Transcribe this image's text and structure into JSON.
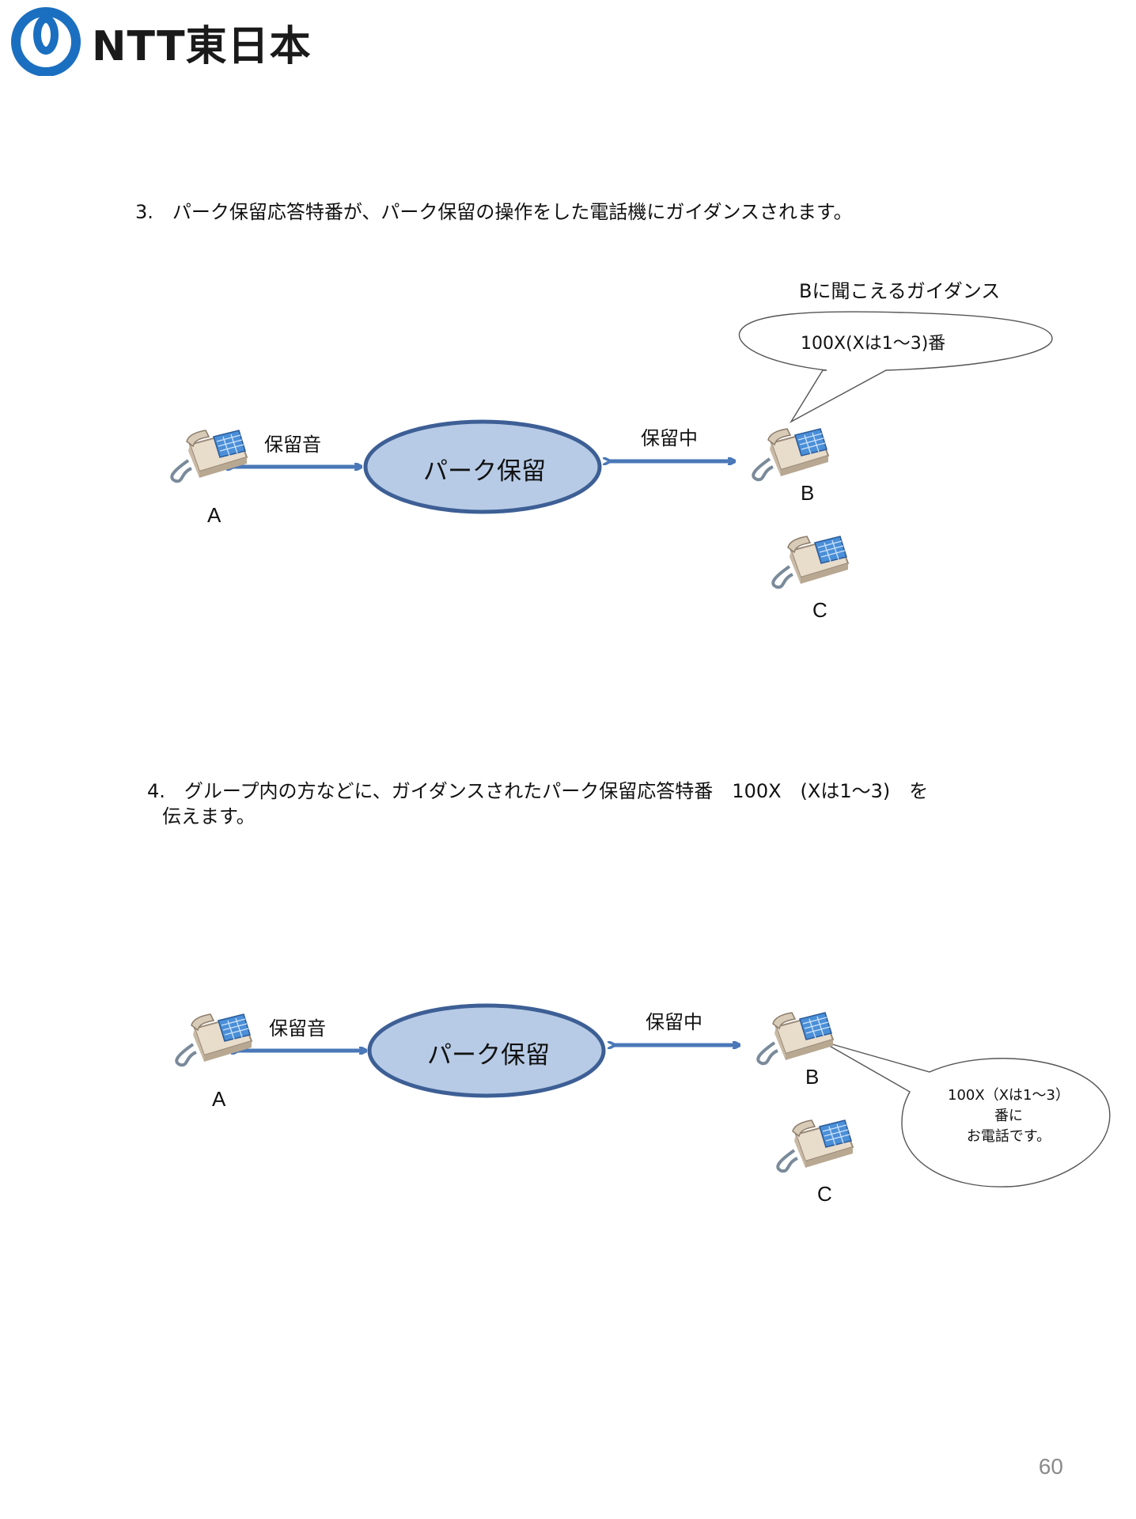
{
  "logo": {
    "brand": "NTT東日本"
  },
  "section3": {
    "heading": "3.　パーク保留応答特番が、パーク保留の操作をした電話機にガイダンスされます。",
    "guidance_title": "Bに聞こえるガイダンス",
    "bubble": "100X(Xは1～3)番",
    "left_arrow_label": "保留音",
    "right_arrow_label": "保留中",
    "oval": "パーク保留",
    "phone_a": "A",
    "phone_b": "B",
    "phone_c": "C"
  },
  "section4": {
    "heading_line1": "4.　グループ内の方などに、ガイダンスされたパーク保留応答特番　100X　(Xは1～3)　を",
    "heading_line2": "伝えます。",
    "left_arrow_label": "保留音",
    "right_arrow_label": "保留中",
    "oval": "パーク保留",
    "phone_a": "A",
    "phone_b": "B",
    "phone_c": "C",
    "bubble_line1": "100X（Xは1～3）",
    "bubble_line2": "番に",
    "bubble_line3": "お電話です。"
  },
  "page_number": "60",
  "colors": {
    "logo_blue": "#1b6fc0",
    "arrow": "#4a78b8",
    "oval_fill": "#b7cbe6",
    "oval_stroke": "#3d5f95"
  }
}
